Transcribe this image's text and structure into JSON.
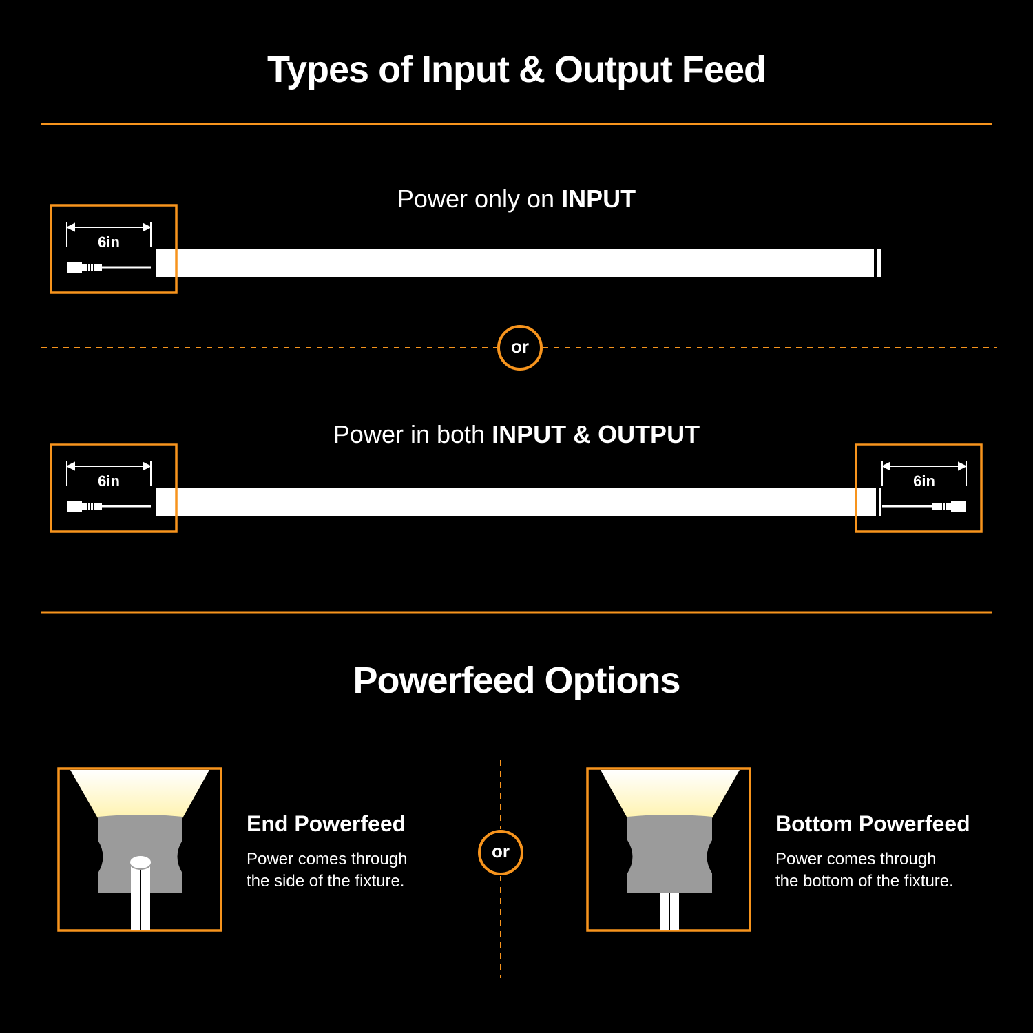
{
  "title": "Types of Input & Output  Feed",
  "input_only": {
    "prefix": "Power only on ",
    "emphasis": "INPUT",
    "lead_length": "6in"
  },
  "both": {
    "prefix": "Power in both ",
    "emphasis": "INPUT & OUTPUT",
    "lead_left": "6in",
    "lead_right": "6in"
  },
  "separator_label": "or",
  "powerfeed": {
    "title": "Powerfeed Options",
    "separator_label": "or",
    "end": {
      "title": "End Powerfeed",
      "line1": "Power comes through",
      "line2": "the side of the fixture."
    },
    "bottom": {
      "title": "Bottom Powerfeed",
      "line1": "Power comes through",
      "line2": "the bottom of the fixture."
    }
  },
  "colors": {
    "accent": "#f7941d",
    "background": "#000000",
    "strip": "#ffffff",
    "housing": "#9b9b9b",
    "glow": "#fff8c8"
  }
}
